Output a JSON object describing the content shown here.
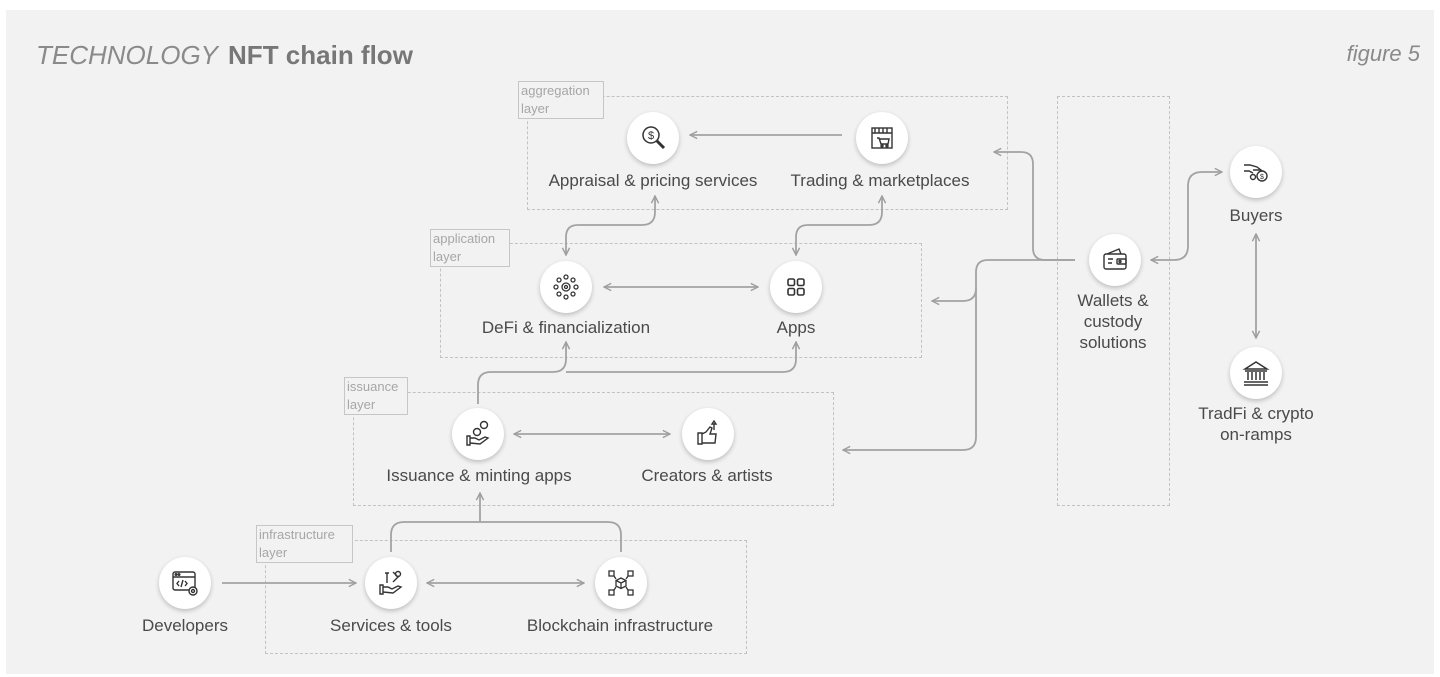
{
  "header": {
    "title_light": "TECHNOLOGY",
    "title_bold": "NFT chain flow",
    "figure": "figure 5"
  },
  "layers": {
    "aggregation": "aggregation layer",
    "application": "application layer",
    "issuance": "issuance layer",
    "infrastructure": "infrastructure layer"
  },
  "nodes": {
    "appraisal": {
      "label": "Appraisal & pricing services",
      "icon": "magnifier-dollar-icon"
    },
    "trading": {
      "label": "Trading & marketplaces",
      "icon": "storefront-cart-icon"
    },
    "defi": {
      "label": "DeFi & financialization",
      "icon": "network-hub-icon"
    },
    "apps": {
      "label": "Apps",
      "icon": "app-grid-icon"
    },
    "issuance": {
      "label": "Issuance & minting apps",
      "icon": "hand-coins-icon"
    },
    "creators": {
      "label": "Creators & artists",
      "icon": "hand-brush-icon"
    },
    "developers": {
      "label": "Developers",
      "icon": "code-window-gear-icon"
    },
    "services": {
      "label": "Services & tools",
      "icon": "hand-tools-icon"
    },
    "blockchain": {
      "label": "Blockchain infrastructure",
      "icon": "cube-network-icon"
    },
    "wallets": {
      "label": "Wallets & custody solutions",
      "icon": "wallet-icon"
    },
    "buyers": {
      "label": "Buyers",
      "icon": "hand-money-icon"
    },
    "tradfi": {
      "label": "TradFi & crypto on-ramps",
      "icon": "bank-icon"
    }
  },
  "colors": {
    "panel": "#f2f2f2",
    "line": "#9e9e9e",
    "dash": "#c2c2c2",
    "text": "#4a4a4a"
  }
}
